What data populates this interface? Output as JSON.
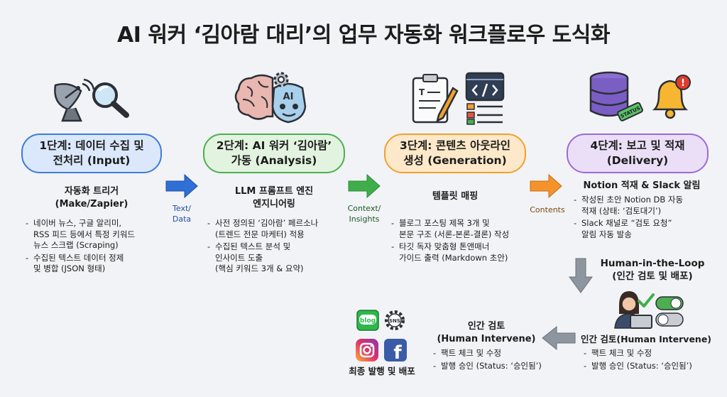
{
  "title": "AI 워커 ‘김아람 대리’의 업무 자동화 워크플로우 도식화",
  "stages": [
    {
      "label_line1": "1단계: 데이터 수집 및",
      "label_line2": "전처리 (Input)",
      "color": "#3d7bd9",
      "fill": "#dbe8fb",
      "heading_line1": "자동화 트리거",
      "heading_line2": "(Make/Zapier)",
      "bullets": [
        [
          "네이버 뉴스, 구글 알리미,",
          "RSS 피드 등에서 특정 키워드",
          "뉴스 스크랩 (Scraping)"
        ],
        [
          "수집된 텍스트 데이터 정제",
          "및 병합 (JSON 형태)"
        ]
      ]
    },
    {
      "label_line1": "2단계: AI 워커 ‘김아람’",
      "label_line2": "가동 (Analysis)",
      "color": "#4caf50",
      "fill": "#e2f3df",
      "heading_line1": "LLM 프롬프트 엔진",
      "heading_line2": "엔지니어링",
      "bullets": [
        [
          "사전 정의된 ‘김아람’ 페르소나",
          "(트렌드 전문 마케터) 적용"
        ],
        [
          "수집된 텍스트 분석 및",
          "인사이트 도출",
          "(핵심 키워드 3개 & 요약)"
        ]
      ]
    },
    {
      "label_line1": "3단계: 콘텐츠 아웃라인",
      "label_line2": "생성 (Generation)",
      "color": "#f0a030",
      "fill": "#fde9c9",
      "heading_line1": "템플릿 매핑",
      "heading_line2": "",
      "bullets": [
        [
          "블로그 포스팅 제목 3개 및",
          "본문 구조 (서론-본론-결론) 작성"
        ],
        [
          "타깃 독자 맞춤형 톤앤매너",
          "가이드 출력 (Markdown 초안)"
        ]
      ]
    },
    {
      "label_line1": "4단계: 보고 및 적재",
      "label_line2": "(Delivery)",
      "color": "#9c6ad6",
      "fill": "#ebdff8",
      "heading_line1": "Notion 적재 & Slack 알림",
      "heading_line2": "",
      "bullets": [
        [
          "작성된 초안 Notion DB 자동",
          "적재 (상태: ‘검토대기’)"
        ],
        [
          "Slack 채널로 “검토 요청”",
          "알림 자동 발송"
        ]
      ]
    }
  ],
  "connectors": [
    {
      "line1": "Text/",
      "line2": "Data",
      "color": "#2f6fd6"
    },
    {
      "line1": "Context/",
      "line2": "Insights",
      "color": "#3fae4a"
    },
    {
      "line1": "Contents",
      "line2": "",
      "color": "#f5922b"
    }
  ],
  "hitl": {
    "line1": "Human-in-the-Loop",
    "line2": "(인간 검토 및 배포)"
  },
  "review_right": {
    "heading": "인간 검토(Human Intervene)",
    "bullets": [
      "팩트 체크 및 수정",
      "발행 승인 (Status: ‘승인됨’)"
    ]
  },
  "review_left": {
    "heading_line1": "인간 검토",
    "heading_line2": "(Human Intervene)",
    "bullets": [
      "팩트 체크 및 수정",
      "발행 승인 (Status: ‘승인됨’)"
    ]
  },
  "publish": {
    "label": "최종 발행 및 배포",
    "blog_text": "blog",
    "sns_text": "SNS",
    "fb_text": "f"
  },
  "icons": {
    "status_tag": "STATUS",
    "ai_head_text": "AI",
    "alert_mark": "!"
  },
  "icon_names": [
    "satellite-dish-icon",
    "magnifier-icon",
    "brain-icon",
    "robot-head-icon",
    "gear-icon",
    "checklist-pen-icon",
    "code-window-icon",
    "database-icon",
    "bell-icon",
    "person-laptop-icon",
    "toggle-icon",
    "blog-icon",
    "sns-gear-icon",
    "instagram-icon",
    "facebook-icon"
  ]
}
